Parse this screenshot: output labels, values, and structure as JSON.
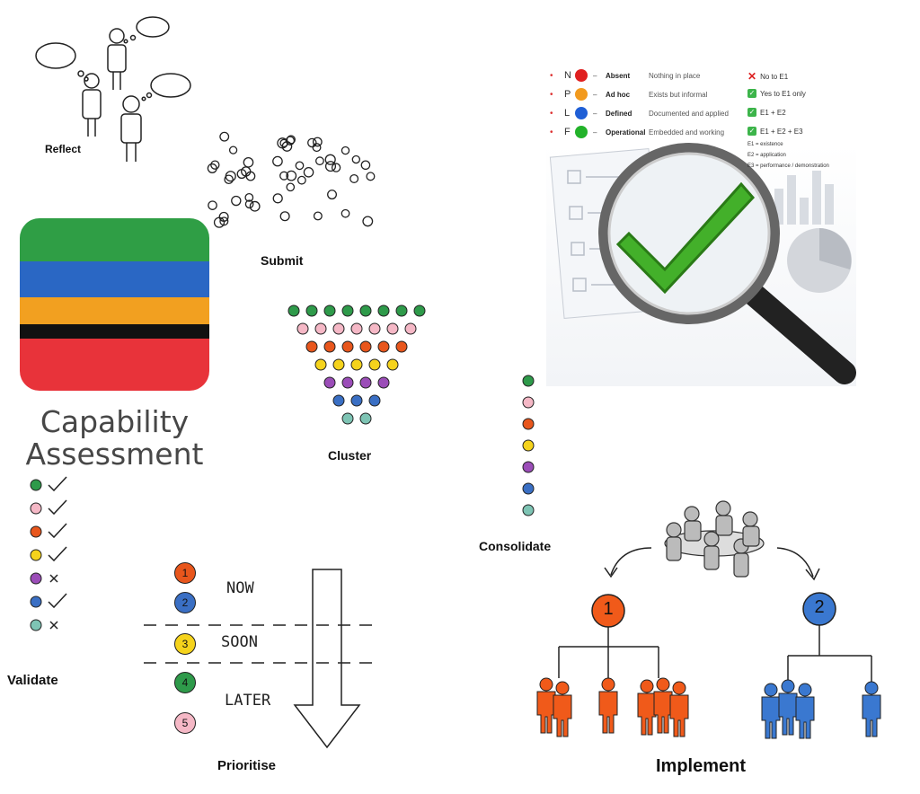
{
  "steps": {
    "reflect": "Reflect",
    "submit": "Submit",
    "cluster": "Cluster",
    "consolidate": "Consolidate",
    "validate": "Validate",
    "prioritise": "Prioritise",
    "implement": "Implement"
  },
  "logo": {
    "title_line1": "Capability",
    "title_line2": "Assessment",
    "stripes": [
      "#2f9e45",
      "#2a67c4",
      "#f2a020",
      "#111111",
      "#e8333a"
    ]
  },
  "palette": [
    "#2e9a4a",
    "#f5b8c6",
    "#e8561c",
    "#f5d31c",
    "#9b4db8",
    "#3a6fc4",
    "#7ec4b4"
  ],
  "legend": {
    "levels": [
      {
        "letter": "N",
        "name": "Absent",
        "desc": "Nothing in place",
        "color": "#e02020"
      },
      {
        "letter": "P",
        "name": "Ad hoc",
        "desc": "Exists but informal",
        "color": "#f29a1e"
      },
      {
        "letter": "L",
        "name": "Defined",
        "desc": "Documented and applied",
        "color": "#1f5fd6"
      },
      {
        "letter": "F",
        "name": "Operational",
        "desc": "Embedded and working",
        "color": "#22b22a"
      }
    ],
    "evidence": [
      {
        "icon": "cross",
        "text": "No to E1"
      },
      {
        "icon": "check",
        "text": "Yes to E1 only"
      },
      {
        "icon": "check",
        "text": "E1 + E2"
      },
      {
        "icon": "check",
        "text": "E1 + E2 + E3"
      }
    ],
    "notes": [
      "E1 = existence",
      "E2 = application",
      "E3 = performance / demonstration"
    ]
  },
  "validate": {
    "marks": [
      "check",
      "check",
      "check",
      "check",
      "cross",
      "check",
      "cross"
    ]
  },
  "prioritise": {
    "numbers": [
      "1",
      "2",
      "3",
      "4",
      "5"
    ],
    "number_colors": [
      "#e8561c",
      "#3a6fc4",
      "#f5d31c",
      "#2e9a4a",
      "#f5b8c6"
    ],
    "now": "NOW",
    "soon": "SOON",
    "later": "LATER"
  },
  "implement": {
    "group1": "1",
    "group2": "2",
    "group1_color": "#f05a1a",
    "group2_color": "#3a78d0"
  }
}
